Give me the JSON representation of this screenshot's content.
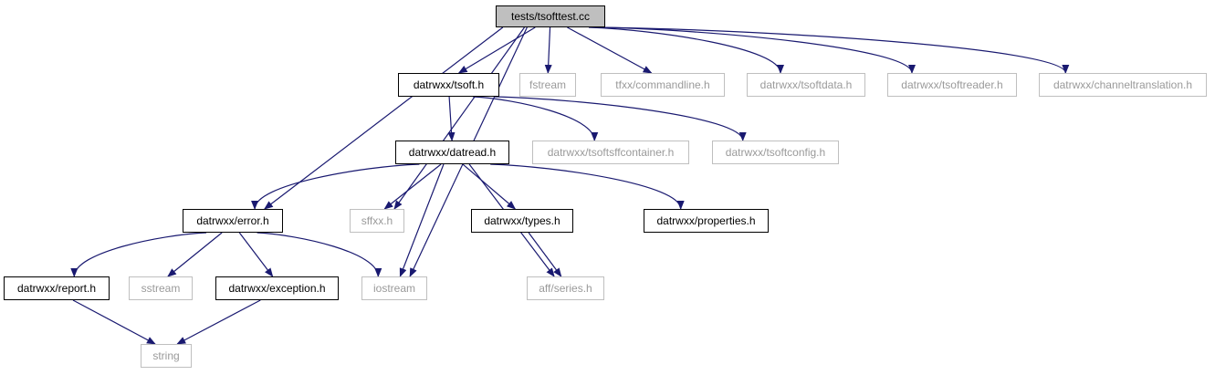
{
  "colors": {
    "edge": "#191970",
    "root_fill": "#bfbfbf",
    "primary_border": "#000000",
    "external_border": "#bfbfbf",
    "external_text": "#9a9a9a"
  },
  "graph": {
    "nodes": [
      {
        "id": "tsofttest",
        "label": "tests/tsofttest.cc",
        "kind": "root"
      },
      {
        "id": "tsoft",
        "label": "datrwxx/tsoft.h",
        "kind": "primary"
      },
      {
        "id": "fstream",
        "label": "fstream",
        "kind": "external"
      },
      {
        "id": "commandline",
        "label": "tfxx/commandline.h",
        "kind": "external"
      },
      {
        "id": "tsoftdata",
        "label": "datrwxx/tsoftdata.h",
        "kind": "external"
      },
      {
        "id": "tsoftreader",
        "label": "datrwxx/tsoftreader.h",
        "kind": "external"
      },
      {
        "id": "channeltranslation",
        "label": "datrwxx/channeltranslation.h",
        "kind": "external"
      },
      {
        "id": "datread",
        "label": "datrwxx/datread.h",
        "kind": "primary"
      },
      {
        "id": "tsoftsffcontainer",
        "label": "datrwxx/tsoftsffcontainer.h",
        "kind": "external"
      },
      {
        "id": "tsoftconfig",
        "label": "datrwxx/tsoftconfig.h",
        "kind": "external"
      },
      {
        "id": "error",
        "label": "datrwxx/error.h",
        "kind": "primary"
      },
      {
        "id": "sffxx",
        "label": "sffxx.h",
        "kind": "external"
      },
      {
        "id": "types",
        "label": "datrwxx/types.h",
        "kind": "primary"
      },
      {
        "id": "properties",
        "label": "datrwxx/properties.h",
        "kind": "primary"
      },
      {
        "id": "report",
        "label": "datrwxx/report.h",
        "kind": "primary"
      },
      {
        "id": "sstream",
        "label": "sstream",
        "kind": "external"
      },
      {
        "id": "exception",
        "label": "datrwxx/exception.h",
        "kind": "primary"
      },
      {
        "id": "iostream",
        "label": "iostream",
        "kind": "external"
      },
      {
        "id": "series",
        "label": "aff/series.h",
        "kind": "external"
      },
      {
        "id": "string",
        "label": "string",
        "kind": "external"
      }
    ],
    "edges": [
      {
        "from": "tsofttest",
        "to": "tsoft"
      },
      {
        "from": "tsofttest",
        "to": "fstream"
      },
      {
        "from": "tsofttest",
        "to": "commandline"
      },
      {
        "from": "tsofttest",
        "to": "tsoftdata"
      },
      {
        "from": "tsofttest",
        "to": "tsoftreader"
      },
      {
        "from": "tsofttest",
        "to": "channeltranslation"
      },
      {
        "from": "tsofttest",
        "to": "error"
      },
      {
        "from": "tsofttest",
        "to": "iostream"
      },
      {
        "from": "tsofttest",
        "to": "sffxx"
      },
      {
        "from": "tsoft",
        "to": "datread"
      },
      {
        "from": "tsoft",
        "to": "tsoftsffcontainer"
      },
      {
        "from": "tsoft",
        "to": "tsoftconfig"
      },
      {
        "from": "datread",
        "to": "error"
      },
      {
        "from": "datread",
        "to": "sffxx"
      },
      {
        "from": "datread",
        "to": "iostream"
      },
      {
        "from": "datread",
        "to": "types"
      },
      {
        "from": "datread",
        "to": "series"
      },
      {
        "from": "datread",
        "to": "properties"
      },
      {
        "from": "error",
        "to": "report"
      },
      {
        "from": "error",
        "to": "sstream"
      },
      {
        "from": "error",
        "to": "exception"
      },
      {
        "from": "error",
        "to": "iostream"
      },
      {
        "from": "types",
        "to": "series"
      },
      {
        "from": "report",
        "to": "string"
      },
      {
        "from": "exception",
        "to": "string"
      }
    ]
  }
}
